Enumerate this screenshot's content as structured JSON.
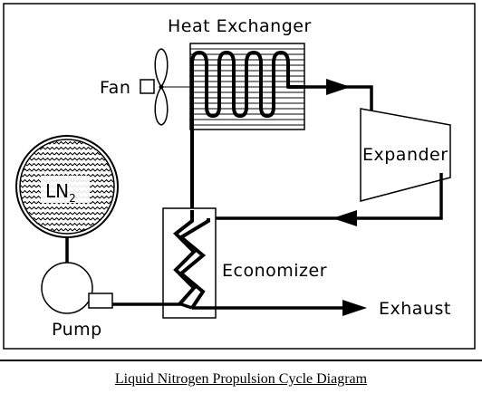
{
  "labels": {
    "heat_exchanger": "Heat Exchanger",
    "fan": "Fan",
    "tank_main": "LN",
    "tank_sub": "2",
    "expander": "Expander",
    "economizer": "Economizer",
    "pump": "Pump",
    "exhaust": "Exhaust"
  },
  "caption": "Liquid Nitrogen Propulsion Cycle Diagram"
}
